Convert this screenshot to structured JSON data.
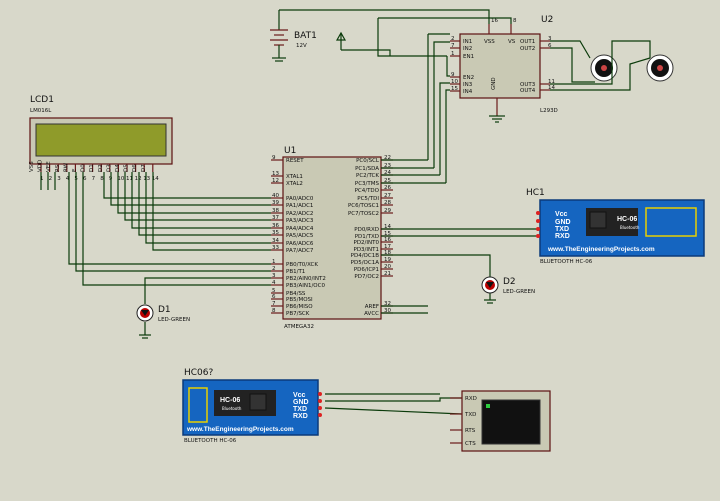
{
  "bat1": {
    "ref": "BAT1",
    "value": "12V"
  },
  "u2": {
    "ref": "U2",
    "part": "L293D",
    "left_pins": [
      {
        "num": "2",
        "name": "IN1"
      },
      {
        "num": "7",
        "name": "IN2"
      },
      {
        "num": "1",
        "name": "EN1"
      },
      {
        "num": "9",
        "name": "EN2"
      },
      {
        "num": "10",
        "name": "IN3"
      },
      {
        "num": "15",
        "name": "IN4"
      }
    ],
    "right_pins": [
      {
        "num": "3",
        "name": "OUT1"
      },
      {
        "num": "6",
        "name": "OUT2"
      },
      {
        "num": "11",
        "name": "OUT3"
      },
      {
        "num": "14",
        "name": "OUT4"
      }
    ],
    "top_pins": [
      {
        "num": "16",
        "name": "VSS"
      },
      {
        "num": "8",
        "name": "VS"
      }
    ],
    "gnd_pin": "GND"
  },
  "lcd1": {
    "ref": "LCD1",
    "part": "LM016L",
    "pins": [
      "VSS",
      "VDD",
      "VEE",
      "RS",
      "RW",
      "E",
      "D0",
      "D1",
      "D2",
      "D3",
      "D4",
      "D5",
      "D6",
      "D7"
    ],
    "pin_nums": [
      "1",
      "2",
      "3",
      "4",
      "5",
      "6",
      "7",
      "8",
      "9",
      "10",
      "11",
      "12",
      "13",
      "14"
    ]
  },
  "u1": {
    "ref": "U1",
    "part": "ATMEGA32",
    "left_pins": [
      {
        "num": "9",
        "name": "RESET"
      },
      {
        "num": "13",
        "name": "XTAL1"
      },
      {
        "num": "12",
        "name": "XTAL2"
      },
      {
        "num": "40",
        "name": "PA0/ADC0"
      },
      {
        "num": "39",
        "name": "PA1/ADC1"
      },
      {
        "num": "38",
        "name": "PA2/ADC2"
      },
      {
        "num": "37",
        "name": "PA3/ADC3"
      },
      {
        "num": "36",
        "name": "PA4/ADC4"
      },
      {
        "num": "35",
        "name": "PA5/ADC5"
      },
      {
        "num": "34",
        "name": "PA6/ADC6"
      },
      {
        "num": "33",
        "name": "PA7/ADC7"
      },
      {
        "num": "1",
        "name": "PB0/T0/XCK"
      },
      {
        "num": "2",
        "name": "PB1/T1"
      },
      {
        "num": "3",
        "name": "PB2/AIN0/INT2"
      },
      {
        "num": "4",
        "name": "PB3/AIN1/OC0"
      },
      {
        "num": "5",
        "name": "PB4/SS"
      },
      {
        "num": "6",
        "name": "PB5/MOSI"
      },
      {
        "num": "7",
        "name": "PB6/MISO"
      },
      {
        "num": "8",
        "name": "PB7/SCK"
      }
    ],
    "right_pins": [
      {
        "num": "22",
        "name": "PC0/SCL"
      },
      {
        "num": "23",
        "name": "PC1/SDA"
      },
      {
        "num": "24",
        "name": "PC2/TCK"
      },
      {
        "num": "25",
        "name": "PC3/TMS"
      },
      {
        "num": "26",
        "name": "PC4/TDO"
      },
      {
        "num": "27",
        "name": "PC5/TDI"
      },
      {
        "num": "28",
        "name": "PC6/TOSC1"
      },
      {
        "num": "29",
        "name": "PC7/TOSC2"
      },
      {
        "num": "14",
        "name": "PD0/RXD"
      },
      {
        "num": "15",
        "name": "PD1/TXD"
      },
      {
        "num": "16",
        "name": "PD2/INT0"
      },
      {
        "num": "17",
        "name": "PD3/INT1"
      },
      {
        "num": "18",
        "name": "PD4/OC1B"
      },
      {
        "num": "19",
        "name": "PD5/OC1A"
      },
      {
        "num": "20",
        "name": "PD6/ICP1"
      },
      {
        "num": "21",
        "name": "PD7/OC2"
      },
      {
        "num": "32",
        "name": "AREF"
      },
      {
        "num": "30",
        "name": "AVCC"
      }
    ]
  },
  "hc1": {
    "ref": "HC1",
    "module": "HC-06",
    "module_sub": "Bluetooth",
    "pins": [
      "Vcc",
      "GND",
      "TXD",
      "RXD"
    ],
    "site": "www.TheEngineeringProjects.com",
    "caption": "BLUETOOTH HC-06"
  },
  "hc06": {
    "ref": "HC06?",
    "module": "HC-06",
    "module_sub": "Bluetooth",
    "pins": [
      "Vcc",
      "GND",
      "TXD",
      "RXD"
    ],
    "site": "www.TheEngineeringProjects.com",
    "caption": "BLUETOOTH HC-06"
  },
  "d1": {
    "ref": "D1",
    "value": "LED-GREEN"
  },
  "d2": {
    "ref": "D2",
    "value": "LED-GREEN"
  },
  "terminal": {
    "pins": [
      "RXD",
      "TXD",
      "RTS",
      "CTS"
    ]
  },
  "colors": {
    "background": "#d8d8ca",
    "wire": "#0b3b0b",
    "part_body": "#c9c9b4",
    "bt_board": "#1565c0",
    "lcd_screen": "#8f9b2a"
  }
}
